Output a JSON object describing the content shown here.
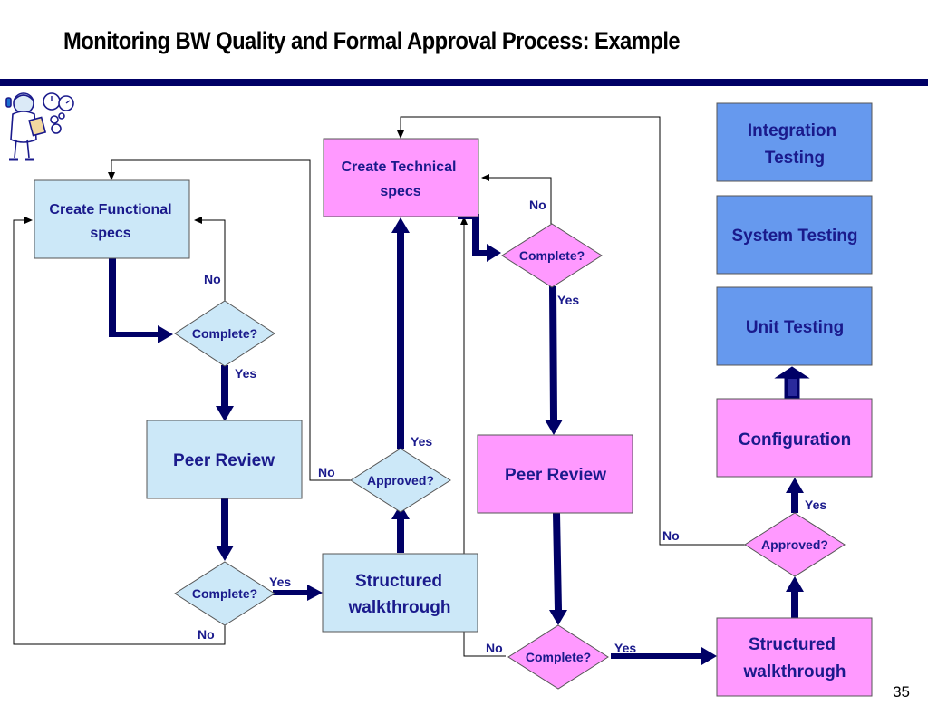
{
  "title": "Monitoring BW Quality and Formal Approval Process: Example",
  "page_number": "35",
  "colors": {
    "accent": "#000066",
    "functional_fill": "#cce8f8",
    "technical_fill": "#ff99ff",
    "testing_fill": "#6699ee",
    "text": "#1a1a8c"
  },
  "nodes": {
    "create_functional_specs": {
      "line1": "Create Functional",
      "line2": "specs"
    },
    "complete_1": "Complete?",
    "peer_review_1": "Peer Review",
    "complete_2": "Complete?",
    "structured_walkthrough_1": {
      "line1": "Structured",
      "line2": "walkthrough"
    },
    "approved_1": "Approved?",
    "create_technical_specs": {
      "line1": "Create Technical",
      "line2": "specs"
    },
    "complete_3": "Complete?",
    "peer_review_2": "Peer Review",
    "complete_4": "Complete?",
    "structured_walkthrough_2": {
      "line1": "Structured",
      "line2": "walkthrough"
    },
    "approved_2": "Approved?",
    "configuration": "Configuration",
    "unit_testing": "Unit Testing",
    "system_testing": "System Testing",
    "integration_testing": {
      "line1": "Integration",
      "line2": "Testing"
    }
  },
  "labels": {
    "no_1": "No",
    "yes_1": "Yes",
    "yes_2": "Yes",
    "no_2": "No",
    "yes_3": "Yes",
    "no_3": "No",
    "no_4": "No",
    "yes_4": "Yes",
    "no_5": "No",
    "yes_5": "Yes",
    "yes_6": "Yes",
    "no_6": "No"
  }
}
